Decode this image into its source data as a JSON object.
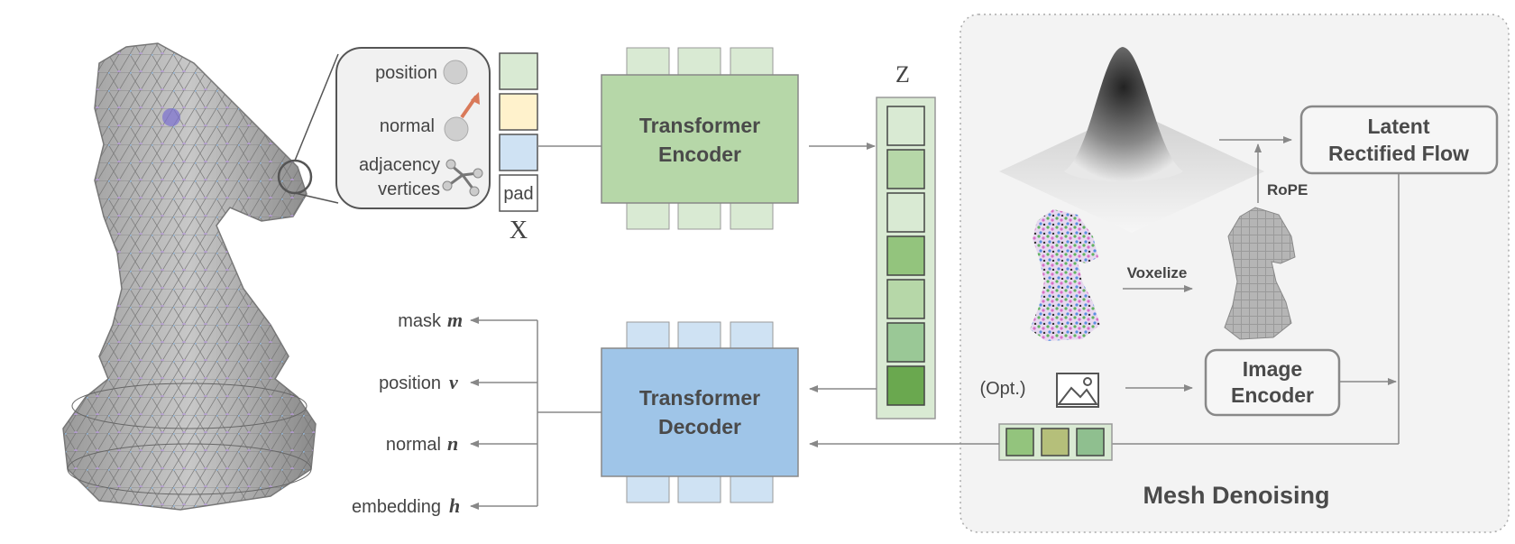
{
  "encoder": {
    "label_line1": "Transformer",
    "label_line2": "Encoder"
  },
  "decoder": {
    "label_line1": "Transformer",
    "label_line2": "Decoder"
  },
  "input_features": {
    "position": "position",
    "normal": "normal",
    "adjacency_line1": "adjacency",
    "adjacency_line2": "vertices",
    "pad": "pad",
    "x_label": "X"
  },
  "latent": {
    "z_label": "Z"
  },
  "outputs": [
    {
      "label": "mask",
      "symbol": "m"
    },
    {
      "label": "position",
      "symbol": "v"
    },
    {
      "label": "normal",
      "symbol": "n"
    },
    {
      "label": "embedding",
      "symbol": "h"
    }
  ],
  "denoising": {
    "title": "Mesh Denoising",
    "flow_line1": "Latent",
    "flow_line2": "Rectified Flow",
    "rope": "RoPE",
    "voxelize": "Voxelize",
    "opt": "(Opt.)",
    "image_encoder_line1": "Image",
    "image_encoder_line2": "Encoder"
  },
  "colors": {
    "encoder_fill": "#b6d7a8",
    "decoder_fill": "#9fc5e8",
    "latent_panel": "#f3f3f3",
    "token_green_light": "#d9ead3",
    "token_green_dark": "#6aa84f"
  }
}
